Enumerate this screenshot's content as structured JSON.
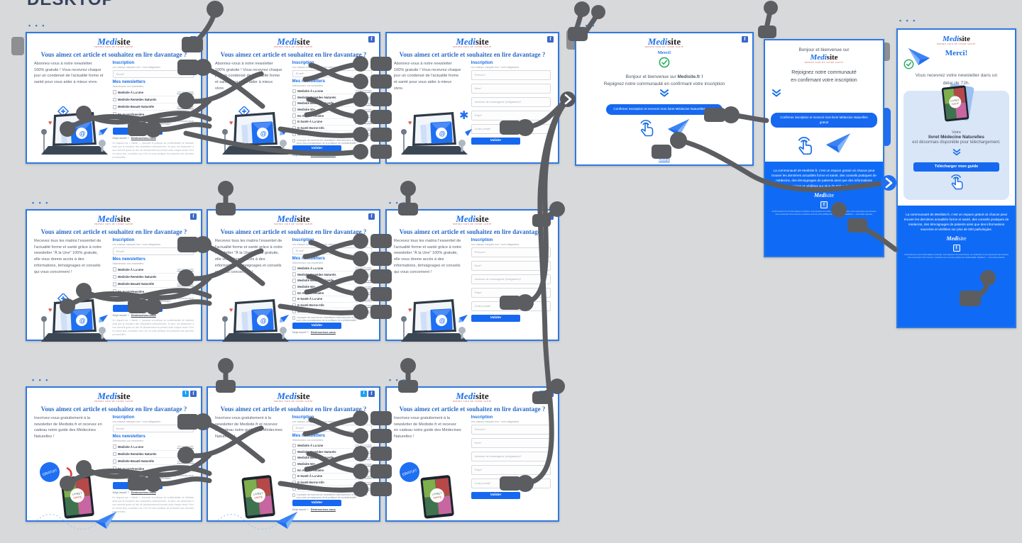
{
  "page": {
    "label": "DESKTOP"
  },
  "colors": {
    "accent_blue": "#1668f0",
    "border_blue": "#2f79e2",
    "connector_gray": "#5b5d60",
    "canvas_bg": "#d8d9da",
    "footer_blue": "#0f6bf5",
    "check_green": "#27ae60"
  },
  "logo": {
    "part1": "Medi",
    "part2": "site",
    "tagline": "PRENEZ SOIN DE VOTRE SANTÉ"
  },
  "common": {
    "heading": "Vous aimez cet article et souhaitez en lire davantage ?",
    "inscription_title": "Inscription",
    "inscription_caption": "Les champs marqués d'un * sont obligatoires",
    "email_placeholder": "Email*",
    "newsletters_title": "Mes newsletters",
    "newsletters_caption": "Sélectionnez vos newsletters",
    "example_link": "Voir un exemple",
    "consent": "J'accepte de recevoir les newsletters sélectionnées et je reconnais avoir pris connaissance de la politique de confidentialité*",
    "submit": "Valider",
    "already": "Déjà inscrit ?",
    "unsubscribe": "Désinscrivez-vous",
    "legal": "En cliquant sur « Valider », j'accepte la politique de confidentialité de Medisite ainsi que la réception des newsletters sélectionnées. Je peux me désinscrire à tout moment grâce au lien de désabonnement présent dans chaque email. Pour en savoir plus, consultez nos CGU et notre politique de protection des données personnelles."
  },
  "intros": {
    "abonnez": "Abonnez-vous à notre newsletter 100% gratuite ! Vous recevrez chaque jour un condensé de l'actualité forme et santé pour vous aider à mieux vivre.",
    "recevez": "Recevez tous les matins l'essentiel de l'actualité forme et santé grâce à notre newsletter \"À la Une\" 100% gratuite, elle vous donne accès à des informations, témoignages et conseils qui vous concernent !",
    "inscrivez": "Inscrivez-vous gratuitement à la newsletter de Medisite.fr et recevez en cadeau notre guide des Médecines Naturelles !"
  },
  "newsletters_short": [
    "Medisite À La Une",
    "Medisite Remèdes Naturels",
    "Medisite Beauté Naturelle",
    "En Avant-Première"
  ],
  "newsletters_long": [
    "Medisite À La Une",
    "Medisite Remèdes Naturels",
    "Medisite Beauté Naturelle",
    "Medisite 50+",
    "En Avant-Première",
    "E-Santé À La Une",
    "E-Santé Borne Info",
    "Medisite Info Santé"
  ],
  "form_fields": [
    "Prénom*",
    "Nom*",
    "Adresse de messagerie (obligatoire)*",
    "Pays*",
    "Code postal*"
  ],
  "confirm": {
    "merci": "Merci!",
    "bonjour_prefix": "Bonjour et bienvenue sur ",
    "bonjour_site": "Medisite.fr !",
    "rejoignez": "Rejoignez notre communauté en confirmant votre inscription",
    "rejoignez_l1": "Rejoignez notre communauté",
    "rejoignez_l2": "en confirmant votre inscription",
    "confirm_button": "Confirmer inscription et recevoir mon livret Médecine Naturelles gratuit",
    "accueil": "Accueil"
  },
  "mobile_merci": {
    "merci": "Merci!",
    "receive": "Vous recevrez votre newsletter dans un délai de 72h.",
    "votre": "Votre",
    "livret": "livret Médecine Naturelles",
    "dispo": "est désormais disponible pour téléchargement.",
    "download_button": "Télécharger mon guide"
  },
  "footer_blue": {
    "community": "La communauté de Medisite.fr, c'est un espace gratuit où chacun peut trouver les dernières actualités forme et santé, des conseils pratiques de médecins, des témoignages de patients ainsi que des informations sourcées et vérifiées sur plus de 500 pathologies.",
    "legal": "Conformément à la loi Informatique et Libertés, vous disposez d'un droit d'accès, de rectification et de suppression des données vous concernant. Pour l'exercer, contactez-nous via notre politique de confidentialité. Medisite.fr — tous droits réservés."
  },
  "badge_gratuit": "GRATUIT"
}
